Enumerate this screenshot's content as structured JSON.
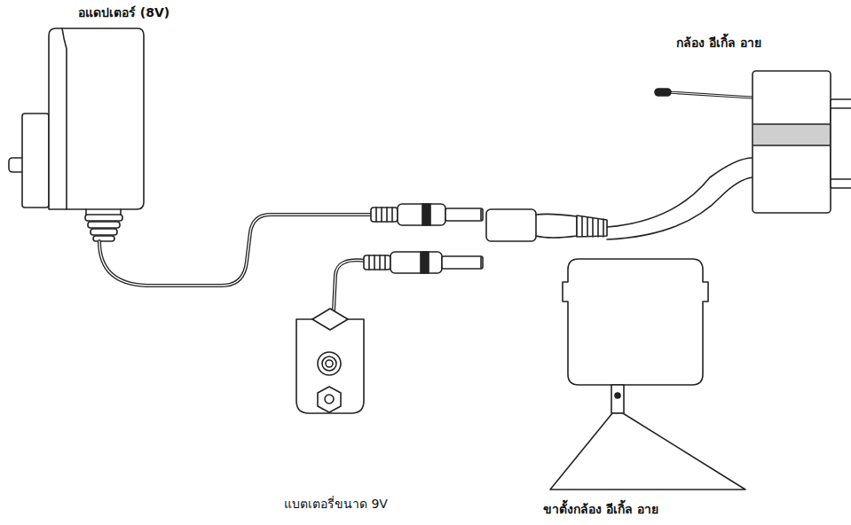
{
  "diagram": {
    "labels": [
      "อแดปเตอร์ (8V)",
      "กล้อง อีเกิ้ล อาย",
      "แบตเตอรี่ขนาด 9V",
      "ขาตั้งกล้อง อีเกิ้ล อาย"
    ]
  }
}
